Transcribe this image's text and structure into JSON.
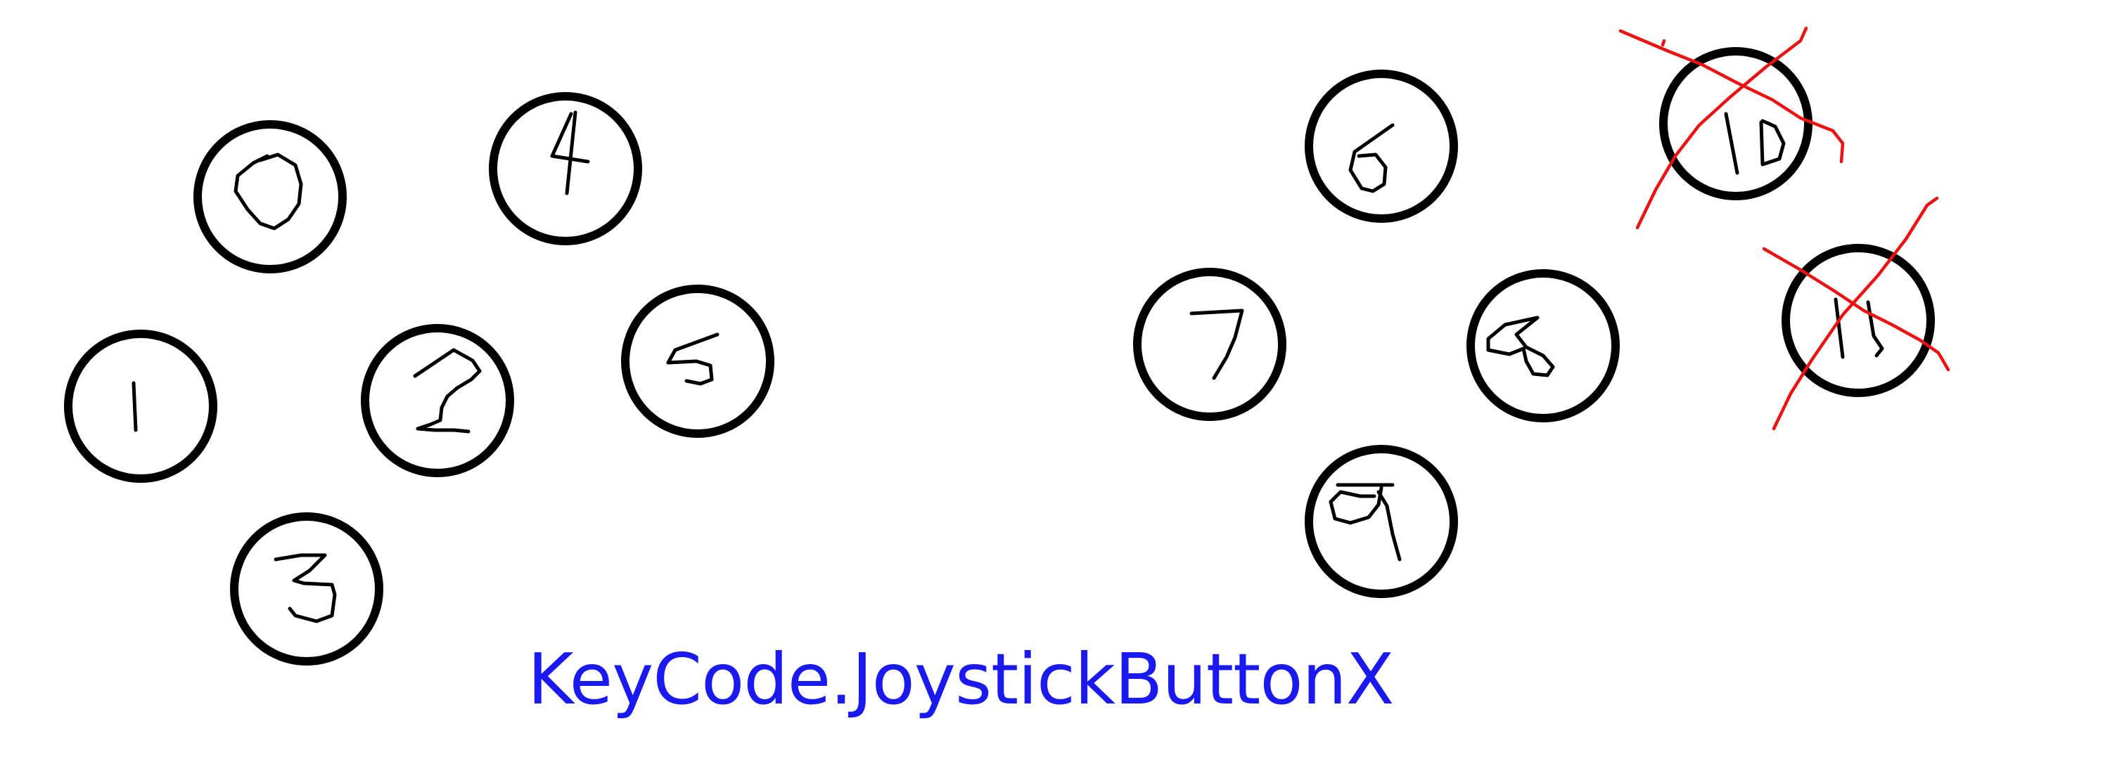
{
  "caption": "KeyCode.JoystickButtonX",
  "colors": {
    "caption": "#1a1af0",
    "strike": "#ee1111",
    "ink": "#000000",
    "background": "#ffffff"
  },
  "buttons": [
    {
      "label": "0",
      "crossed_out": false
    },
    {
      "label": "1",
      "crossed_out": false
    },
    {
      "label": "2",
      "crossed_out": false
    },
    {
      "label": "3",
      "crossed_out": false
    },
    {
      "label": "4",
      "crossed_out": false
    },
    {
      "label": "5",
      "crossed_out": false
    },
    {
      "label": "6",
      "crossed_out": false
    },
    {
      "label": "7",
      "crossed_out": false
    },
    {
      "label": "8",
      "crossed_out": false
    },
    {
      "label": "9",
      "crossed_out": false
    },
    {
      "label": "10",
      "crossed_out": true
    },
    {
      "label": "11",
      "crossed_out": true
    }
  ]
}
